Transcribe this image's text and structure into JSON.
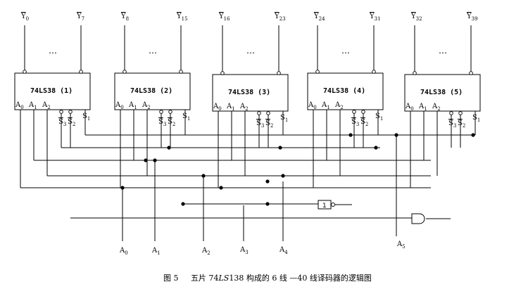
{
  "chips": [
    {
      "title": "74LS38 (1)",
      "out_left": "Y",
      "out_left_sub": "0",
      "out_right": "Y",
      "out_right_sub": "7"
    },
    {
      "title": "74LS38 (2)",
      "out_left": "Y",
      "out_left_sub": "8",
      "out_right": "Y",
      "out_right_sub": "15"
    },
    {
      "title": "74LS38 (3)",
      "out_left": "Y",
      "out_left_sub": "16",
      "out_right": "Y",
      "out_right_sub": "23"
    },
    {
      "title": "74LS38 (4)",
      "out_left": "Y",
      "out_left_sub": "24",
      "out_right": "Y",
      "out_right_sub": "31"
    },
    {
      "title": "74LS38 (5)",
      "out_left": "Y",
      "out_left_sub": "32",
      "out_right": "Y",
      "out_right_sub": "39"
    }
  ],
  "ellipsis": "…",
  "pin_labels": {
    "a0": "A",
    "a0_sub": "0",
    "a1": "A",
    "a1_sub": "1",
    "a2": "A",
    "a2_sub": "2",
    "s3": "S",
    "s3_sub": "3",
    "s2": "S",
    "s2_sub": "2",
    "s1": "S",
    "s1_sub": "1"
  },
  "inputs": [
    {
      "label": "A",
      "sub": "0"
    },
    {
      "label": "A",
      "sub": "1"
    },
    {
      "label": "A",
      "sub": "2"
    },
    {
      "label": "A",
      "sub": "3"
    },
    {
      "label": "A",
      "sub": "4"
    },
    {
      "label": "A",
      "sub": "5"
    }
  ],
  "gate1_label": "1",
  "caption": {
    "fig_no": "图 5",
    "text_a": "五片 74",
    "text_ls": "LS",
    "text_b": "138 构成的 6 线 —40 线译码器的逻辑图"
  }
}
